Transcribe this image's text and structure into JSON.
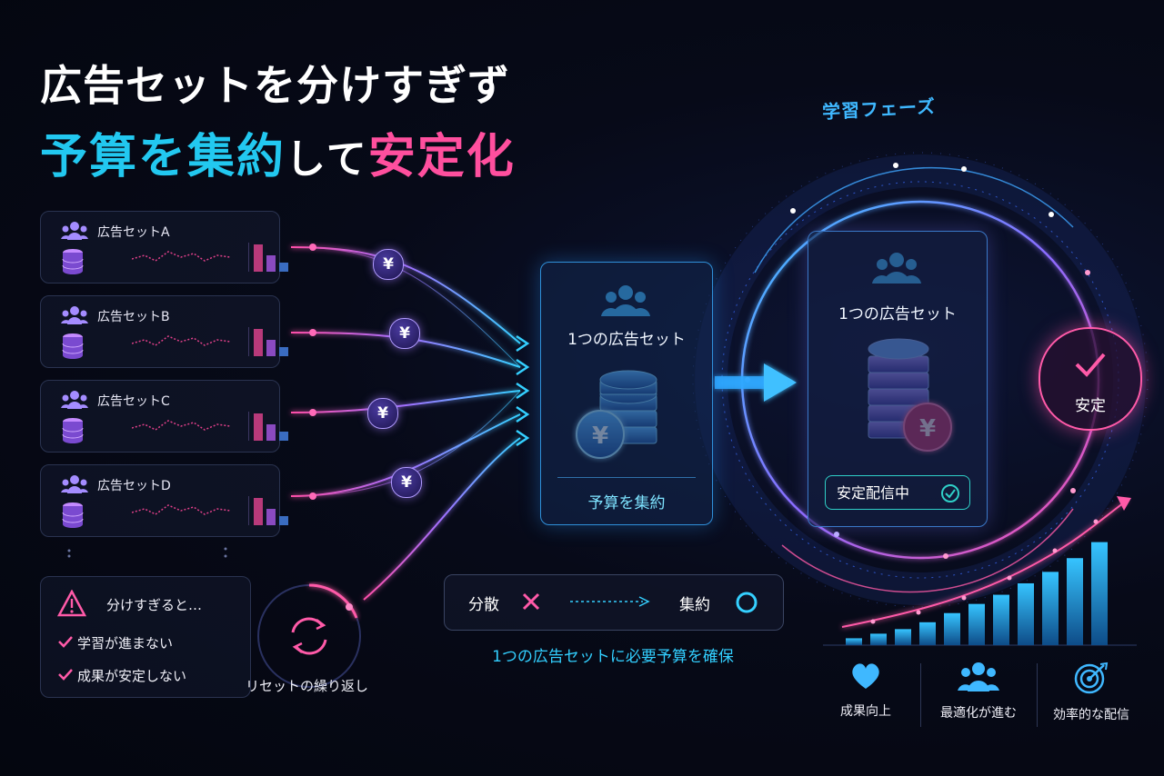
{
  "title": {
    "line1": "広告セットを分けすぎず",
    "line2_a": "予算を集約",
    "line2_b": "して",
    "line2_c": "安定化"
  },
  "ad_sets": [
    {
      "label": "広告セットA"
    },
    {
      "label": "広告セットB"
    },
    {
      "label": "広告セットC"
    },
    {
      "label": "広告セットD"
    }
  ],
  "warning": {
    "title": "分けすぎると…",
    "items": [
      "学習が進まない",
      "成果が安定しない"
    ]
  },
  "reset_label": "リセットの繰り返し",
  "coin_symbol": "¥",
  "consolidated_box": {
    "title": "1つの広告セット",
    "bottom_label": "予算を集約"
  },
  "learning_phase_label": "学習フェーズ",
  "stable_box": {
    "title": "1つの広告セット",
    "status": "安定配信中"
  },
  "stable_badge": "安定",
  "comparison": {
    "left": "分散",
    "right": "集約",
    "caption": "1つの広告セットに必要予算を確保"
  },
  "benefits": [
    {
      "icon": "heart-icon",
      "label": "成果向上"
    },
    {
      "icon": "people-icon",
      "label": "最適化が進む"
    },
    {
      "icon": "target-icon",
      "label": "効率的な配信"
    }
  ],
  "growth_bars": [
    0.06,
    0.1,
    0.14,
    0.2,
    0.28,
    0.36,
    0.44,
    0.54,
    0.64,
    0.76,
    0.9
  ],
  "colors": {
    "cyan": "#22c8f0",
    "pink": "#ff4f9e",
    "purple": "#8a6cff",
    "background": "#04060f"
  }
}
